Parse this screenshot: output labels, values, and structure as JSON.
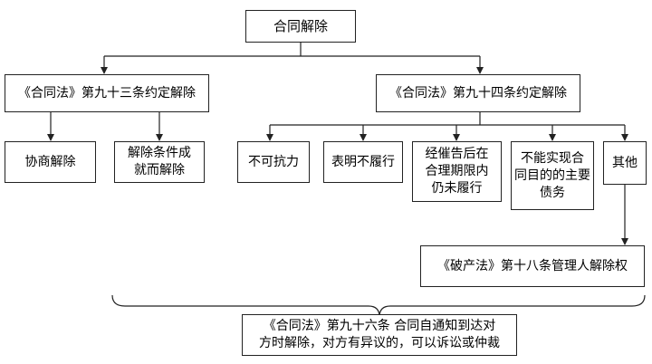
{
  "nodes": {
    "root": "合同解除",
    "art93": "《合同法》第九十三条约定解除",
    "art94": "《合同法》第九十四条约定解除",
    "mutual": "协商解除",
    "condition": "解除条件成\n就而解除",
    "force_majeure": "不可抗力",
    "refusal": "表明不履行",
    "overdue": "经催告后在\n合理期限内\n仍未履行",
    "purpose": "不能实现合\n同目的的主要\n债务",
    "other": "其他",
    "bankruptcy": "《破产法》第十八条管理人解除权",
    "art96": "《合同法》第九十六条  合同自通知到达对\n方时解除，对方有异议的，可以诉讼或仲裁"
  },
  "colors": {
    "stroke": "#222222",
    "fill": "#ffffff"
  }
}
